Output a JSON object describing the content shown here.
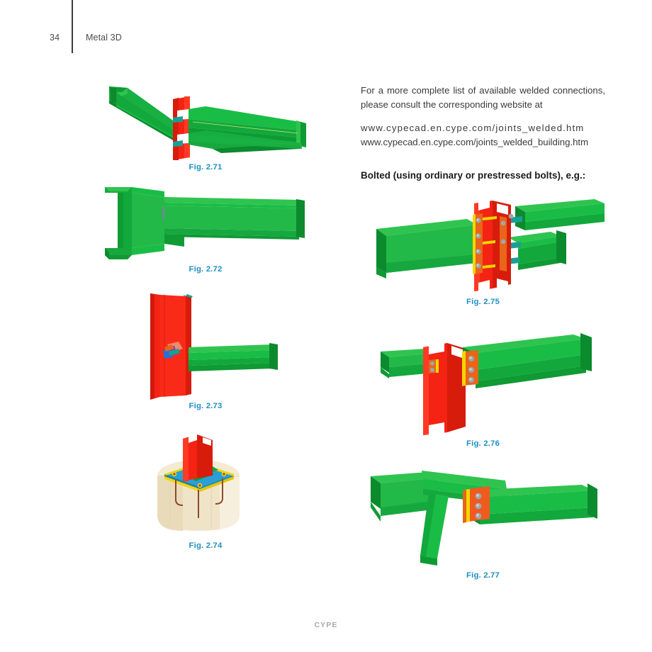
{
  "page": {
    "number": "34",
    "running_title": "Metal 3D",
    "footer_brand": "CYPE",
    "background_color": "#ffffff",
    "rule_color": "#3c3c3c"
  },
  "colors": {
    "caption_blue": "#1f8fc4",
    "steel_green": "#12a83c",
    "steel_green_light": "#2fc44f",
    "steel_green_dark": "#0c8a2e",
    "steel_red": "#f42314",
    "steel_red_dark": "#cf1a0d",
    "plate_orange": "#e8651a",
    "plate_yellow": "#f5d600",
    "bolt_grey": "#9fa6a8",
    "teal": "#1b9e96",
    "concrete_cream": "#f0e4c8",
    "base_plate_blue": "#2a9fd6",
    "body_text": "#3a3a3a",
    "footer_grey": "#a8a8a8"
  },
  "right_column": {
    "intro_paragraph": "For a more complete list of available welded connections, please consult the corresponding website at",
    "urls": [
      "www.cypecad.en.cype.com/joints_welded.htm",
      "www.cypecad.en.cype.com/joints_welded_building.htm"
    ],
    "bolted_heading": "Bolted (using ordinary or prestressed bolts), e.g.:"
  },
  "figures": {
    "left": [
      {
        "id": "fig-2-71",
        "caption": "Fig. 2.71",
        "description": "welded beam-to-column moment connection, green beams into red column"
      },
      {
        "id": "fig-2-72",
        "caption": "Fig. 2.72",
        "description": "welded beam-to-beam splice, two green I-beams"
      },
      {
        "id": "fig-2-73",
        "caption": "Fig. 2.73",
        "description": "red column with green beam and teal diagonal brace"
      },
      {
        "id": "fig-2-74",
        "caption": "Fig. 2.74",
        "description": "red column base plate anchored to cream concrete footing"
      }
    ],
    "right": [
      {
        "id": "fig-2-75",
        "caption": "Fig. 2.75",
        "description": "bolted beam-to-column connection with orange end plates and bolts"
      },
      {
        "id": "fig-2-76",
        "caption": "Fig. 2.76",
        "description": "bolted beam-to-column connection, red column and green beams"
      },
      {
        "id": "fig-2-77",
        "caption": "Fig. 2.77",
        "description": "bolted beam-to-beam connection with orange splice plate"
      }
    ]
  }
}
